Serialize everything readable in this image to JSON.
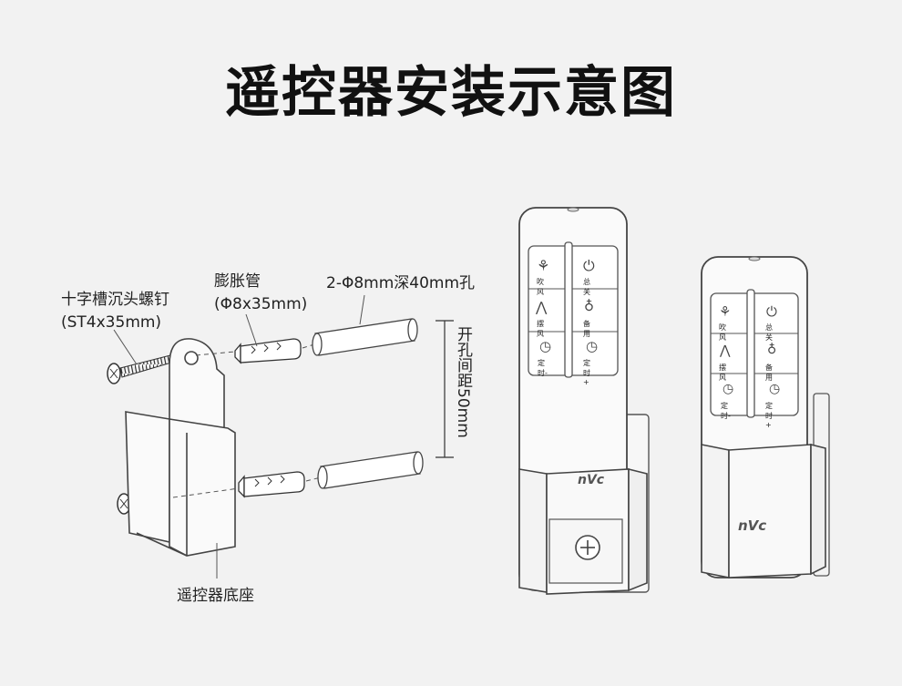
{
  "title": "遥控器安装示意图",
  "labels": {
    "screw_name": "十字槽沉头螺钉",
    "screw_spec": "(ST4x35mm)",
    "anchor_name": "膨胀管",
    "anchor_spec": "(Φ8x35mm)",
    "hole_spec": "2-Φ8mm深40mm孔",
    "hole_spacing": "开孔间距50mm",
    "base_name": "遥控器底座"
  },
  "remote": {
    "brand": "nVc",
    "buttons": [
      {
        "label": "吹风",
        "icon": "fan-icon"
      },
      {
        "label": "总关",
        "icon": "power-icon"
      },
      {
        "label": "摆风",
        "icon": "swing-icon"
      },
      {
        "label": "备用",
        "icon": "bulb-icon"
      },
      {
        "label": "定时-",
        "icon": "clock-icon"
      },
      {
        "label": "定时+",
        "icon": "clock-icon"
      }
    ]
  },
  "colors": {
    "background": "#f2f2f2",
    "line": "#555555",
    "body": "#fafafa"
  }
}
